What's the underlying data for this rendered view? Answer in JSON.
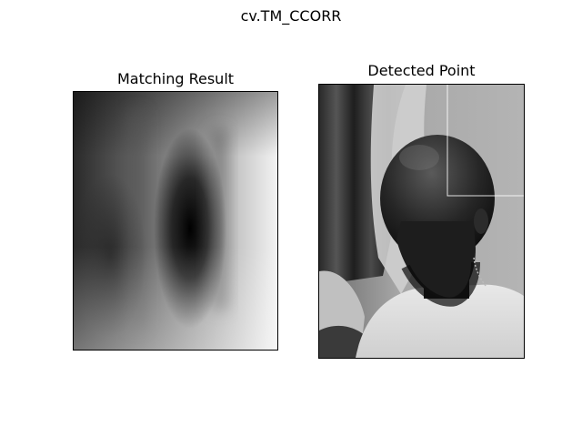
{
  "figure": {
    "title": "cv.TM_CCORR"
  },
  "panels": {
    "left": {
      "title": "Matching Result"
    },
    "right": {
      "title": "Detected Point"
    }
  },
  "colors": {
    "background": "#ffffff",
    "frame": "#000000",
    "detection_box": "#ffffff"
  }
}
